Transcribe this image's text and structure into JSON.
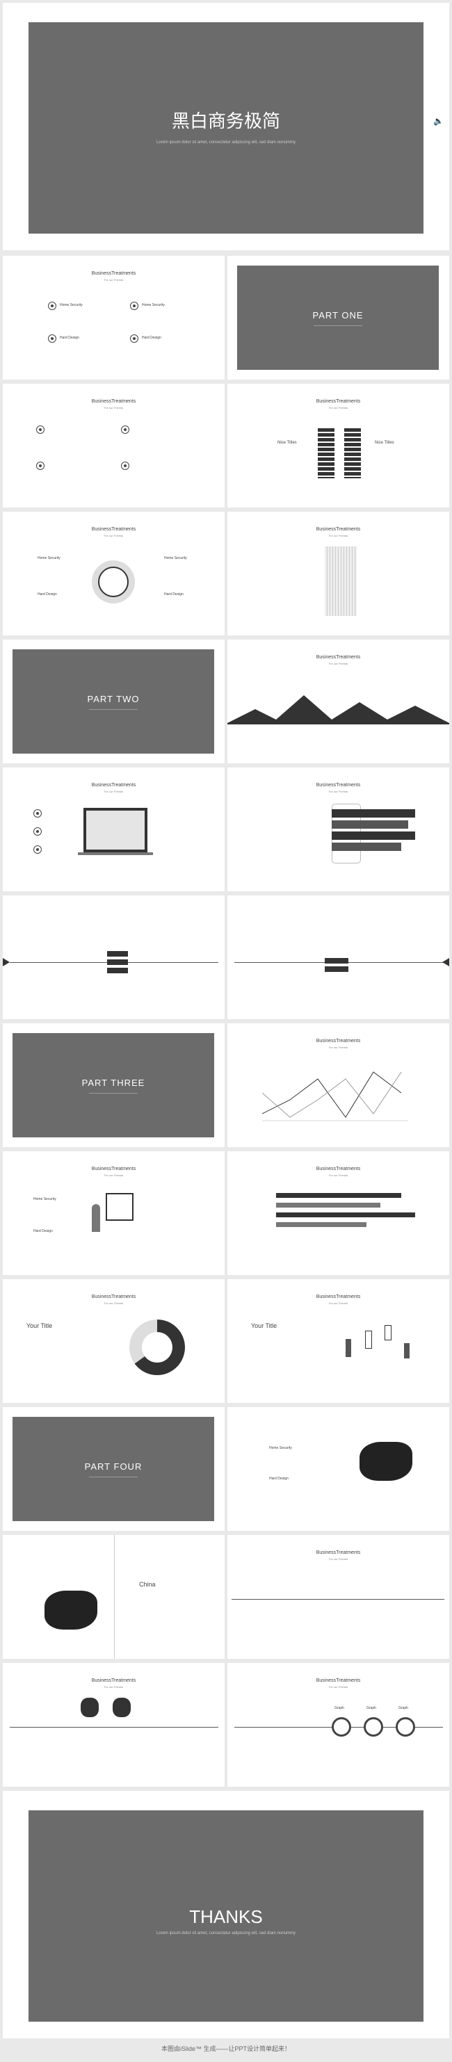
{
  "cover": {
    "title": "黑白商务极简",
    "subtitle": "Lorem ipsum dolor sit amet, consectetur adipiscing elit, sed diam nonummy"
  },
  "slide_heading": "BusinessTreatments",
  "slide_subheading": "For our Friends",
  "items": [
    "Home Security",
    "Home Security",
    "Hard Design",
    "Hard Design"
  ],
  "parts": [
    "PART ONE",
    "PART TWO",
    "PART THREE",
    "PART FOUR"
  ],
  "nice_title": "Nice Titles",
  "your_title": "Your Title",
  "china_label": "China",
  "graph_label": "Graph",
  "thanks": {
    "title": "THANKS",
    "subtitle": "Lorem ipsum dolor sit amet, consectetur adipiscing elit, sed diam nonummy"
  },
  "footer": "本图由iSlide™ 生成——让PPT设计简单起来！",
  "colors": {
    "gray_panel": "#6b6b6b",
    "ink": "#333333",
    "page_bg": "#e9e9e9"
  }
}
